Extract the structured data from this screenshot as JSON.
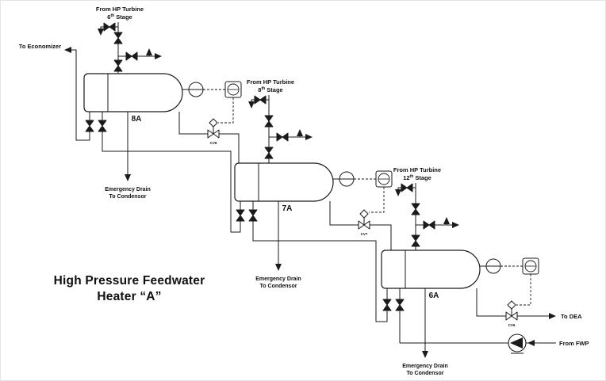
{
  "title": {
    "line1": "High Pressure Feedwater",
    "line2": "Heater “A”"
  },
  "labels": {
    "to_economizer": "To Economizer",
    "to_dea": "To DEA",
    "from_fwp": "From FWP"
  },
  "heaters": [
    {
      "tag": "8A",
      "from_line": "From HP Turbine",
      "stage_num": "6",
      "stage_sup": "th",
      "stage_word": " Stage",
      "drain_line1": "Emergency Drain",
      "drain_line2": "To Condensor",
      "cv_label": "CV8"
    },
    {
      "tag": "7A",
      "from_line": "From HP Turbine",
      "stage_num": "8",
      "stage_sup": "th",
      "stage_word": " Stage",
      "drain_line1": "Emergency Drain",
      "drain_line2": "To Condensor",
      "cv_label": "CV7"
    },
    {
      "tag": "6A",
      "from_line": "From HP Turbine",
      "stage_num": "12",
      "stage_sup": "th",
      "stage_word": " Stage",
      "drain_line1": "Emergency Drain",
      "drain_line2": "To Condensor",
      "cv_label": "CV6"
    }
  ]
}
